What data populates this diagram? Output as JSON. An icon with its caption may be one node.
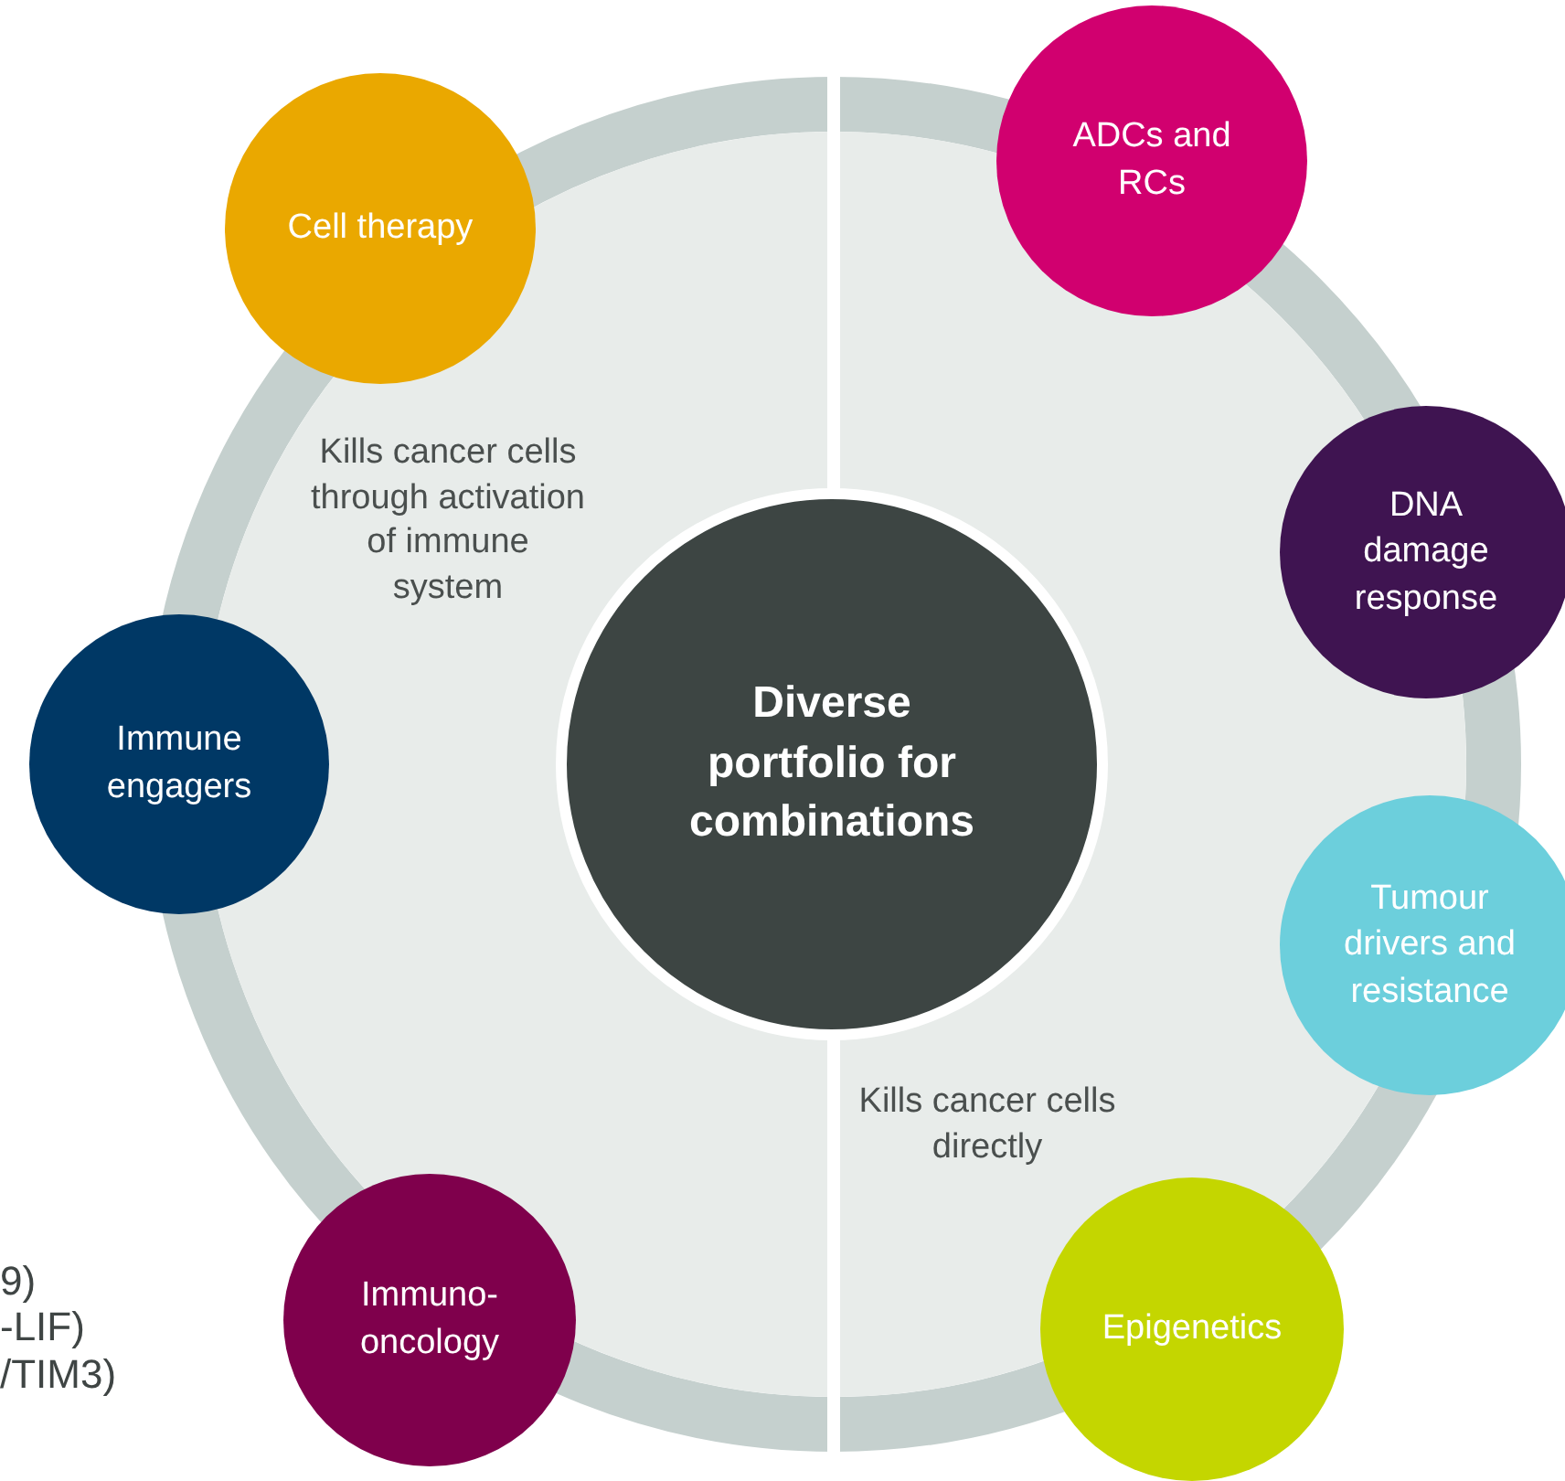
{
  "diagram": {
    "nodes": [
      {
        "text": [
          "Diverse portfolio for combinations"
        ]
      },
      {
        "text": [
          "Cell therapy"
        ]
      },
      {
        "text": [
          "ADCs and RCs"
        ]
      },
      {
        "text": [
          "DNA damage response"
        ]
      },
      {
        "text": [
          "Immune engagers"
        ]
      },
      {
        "text": [
          "Tumour drivers and resistance"
        ]
      },
      {
        "text": [
          "Immuno-oncology"
        ]
      },
      {
        "text": [
          "Epigenetics"
        ]
      }
    ],
    "edges": [],
    "labels": [
      "Kills cancer cells through activation of immune system",
      "Kills cancer cells directly",
      "9)",
      "-LIF)",
      "/TIM3)"
    ]
  }
}
